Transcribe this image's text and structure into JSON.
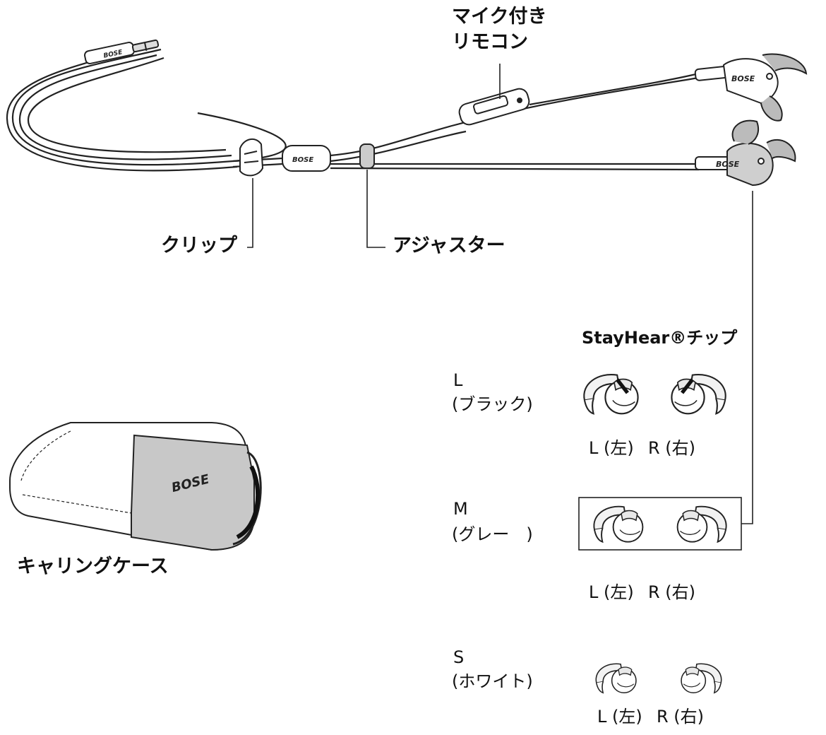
{
  "labels": {
    "mic_remote": "マイク付き\nリモコン",
    "clip": "クリップ",
    "adjuster": "アジャスター",
    "carrying_case": "キャリングケース",
    "tips_title": "StayHear®チップ"
  },
  "brand": "BOSE",
  "sizes": {
    "large": {
      "code": "L",
      "color": "(ブラック)",
      "left": "L (左)",
      "right": "R (右)"
    },
    "medium": {
      "code": "M",
      "color": "(グレー　)",
      "left": "L (左)",
      "right": "R (右)"
    },
    "small": {
      "code": "S",
      "color": "(ホワイト)",
      "left": "L (左)",
      "right": "R (右)"
    }
  }
}
